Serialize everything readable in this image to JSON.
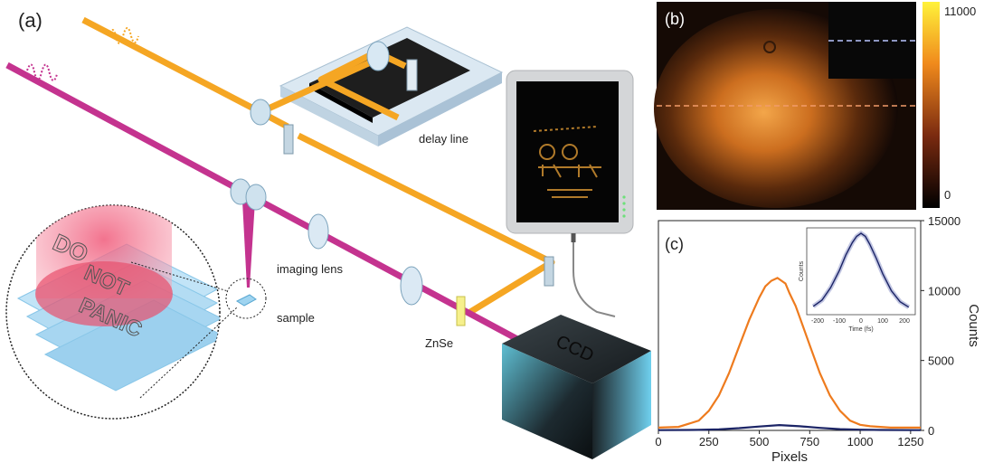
{
  "panels": {
    "a": "(a)",
    "b": "(b)",
    "c": "(c)"
  },
  "labels": {
    "delay_line": "delay line",
    "imaging_lens": "imaging lens",
    "sample": "sample",
    "znse": "ZnSe",
    "ccd": "CCD",
    "sample_text": [
      "DO",
      "NOT",
      "PANIC"
    ]
  },
  "colorbar": {
    "max_label": "11000",
    "min_label": "0"
  },
  "colors": {
    "orange_beam": "#f5a623",
    "magenta_beam": "#c4338f",
    "trace_orange": "#ee7b1e",
    "trace_navy": "#1b2466"
  },
  "chart_data": {
    "type": "line",
    "xlabel": "Pixels",
    "ylabel": "Counts",
    "xlim": [
      0,
      1300
    ],
    "ylim": [
      0,
      15000
    ],
    "xticks": [
      "0",
      "250",
      "500",
      "750",
      "1000",
      "1250"
    ],
    "yticks": [
      "0",
      "5000",
      "10000",
      "15000"
    ],
    "series": [
      {
        "color": "#ee7b1e",
        "x": [
          0,
          100,
          200,
          250,
          300,
          350,
          400,
          450,
          500,
          530,
          560,
          590,
          610,
          630,
          650,
          680,
          700,
          750,
          800,
          850,
          900,
          950,
          1000,
          1050,
          1100,
          1150,
          1200,
          1250,
          1300
        ],
        "y": [
          200,
          250,
          700,
          1400,
          2500,
          4100,
          6000,
          7900,
          9500,
          10300,
          10700,
          10900,
          10700,
          10500,
          9800,
          8900,
          8100,
          6100,
          4100,
          2500,
          1400,
          700,
          400,
          300,
          250,
          200,
          200,
          200,
          200
        ]
      },
      {
        "color": "#1b2466",
        "x": [
          0,
          200,
          300,
          400,
          500,
          600,
          700,
          800,
          900,
          1000,
          1100,
          1300
        ],
        "y": [
          20,
          40,
          80,
          160,
          280,
          380,
          300,
          180,
          90,
          50,
          30,
          20
        ]
      }
    ],
    "inset": {
      "ylabel": "Counts",
      "xlabel": "Time (fs)",
      "xticks": [
        "-200",
        "-100",
        "0",
        "100",
        "200"
      ],
      "xlim": [
        -250,
        250
      ],
      "x": [
        -220,
        -180,
        -140,
        -100,
        -70,
        -40,
        -20,
        0,
        20,
        40,
        70,
        100,
        140,
        180,
        220
      ],
      "y": [
        0.06,
        0.14,
        0.3,
        0.52,
        0.72,
        0.88,
        0.96,
        1.0,
        0.96,
        0.86,
        0.68,
        0.48,
        0.26,
        0.12,
        0.05
      ]
    }
  }
}
